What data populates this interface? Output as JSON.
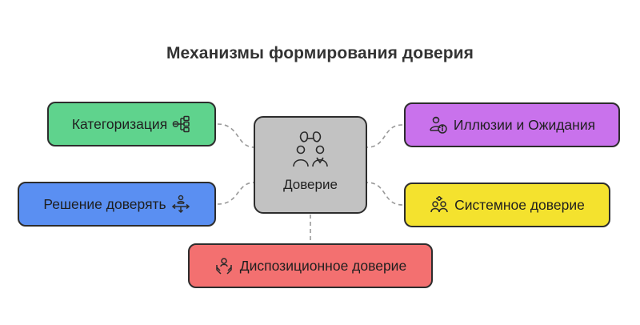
{
  "diagram": {
    "title": "Механизмы формирования доверия",
    "center": {
      "label": "Доверие",
      "icon": "people-trust-icon",
      "color": "#c2c2c2"
    },
    "nodes": [
      {
        "id": "categorization",
        "label": "Категоризация",
        "icon": "categorize-icon",
        "color": "#5fd38d"
      },
      {
        "id": "decision",
        "label": "Решение доверять",
        "icon": "decision-icon",
        "color": "#5a8ff2"
      },
      {
        "id": "illusions",
        "label": "Иллюзии и Ожидания",
        "icon": "illusion-person-icon",
        "color": "#c972ec"
      },
      {
        "id": "systemic",
        "label": "Системное доверие",
        "icon": "system-people-icon",
        "color": "#f4e22e"
      },
      {
        "id": "dispositional",
        "label": "Диспозиционное доверие",
        "icon": "hands-person-icon",
        "color": "#f37070"
      }
    ]
  }
}
